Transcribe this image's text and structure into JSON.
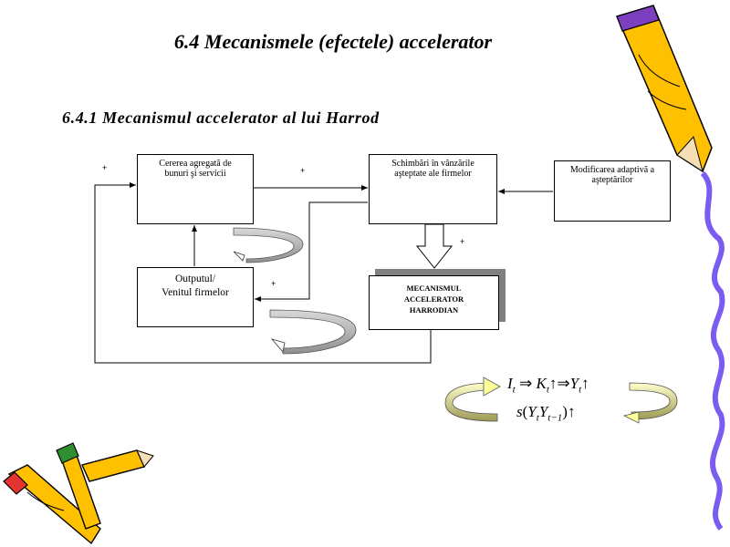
{
  "title": "6.4 Mecanismele (efectele) accelerator",
  "subtitle": "6.4.1 Mecanismul accelerator al lui Harrod",
  "boxes": {
    "cererea": {
      "line1": "Cererea agregată de",
      "line2": "bunuri şi servicii"
    },
    "schimbari": {
      "line1": "Schimbări în vânzările",
      "line2": "aşteptate ale firmelor"
    },
    "modificarea": {
      "line1": "Modificarea adaptivă a",
      "line2": "aşteptărilor"
    },
    "outputul": {
      "line1": "Outputul/",
      "line2": "Venitul firmelor"
    },
    "mecanismul": {
      "line1": "MECANISMUL",
      "line2": "ACCELERATOR",
      "line3": "HARRODIAN"
    }
  },
  "signs": {
    "left_top": "+",
    "middle_top": "+",
    "below_schimbari": "+",
    "near_outputul": "+"
  },
  "formula": {
    "line1": {
      "I": "I",
      "I_sub": "t",
      "implies1": "⇒",
      "K": "K",
      "K_sub": "t",
      "up1": "↑",
      "implies2": "⇒",
      "Y": "Y",
      "Y_sub": "t",
      "up2": "↑"
    },
    "line2": {
      "s": "s",
      "open": "(",
      "Y1": "Y",
      "Y1_sub": "t",
      "Y2": "Y",
      "Y2_sub": "t−1",
      "close": ")",
      "up": "↑"
    }
  },
  "colors": {
    "line": "#000000",
    "loop_grey": "#a8a8a8",
    "loop_yellow": "#ffff99",
    "loop_olive": "#b0aa6a",
    "pencil_orange": "#ffc000",
    "pencil_purple": "#7b3fbf",
    "pencil_red": "#e3342f",
    "pencil_green": "#2f8f2f",
    "ribbon_purple": "#7a5cf0"
  }
}
